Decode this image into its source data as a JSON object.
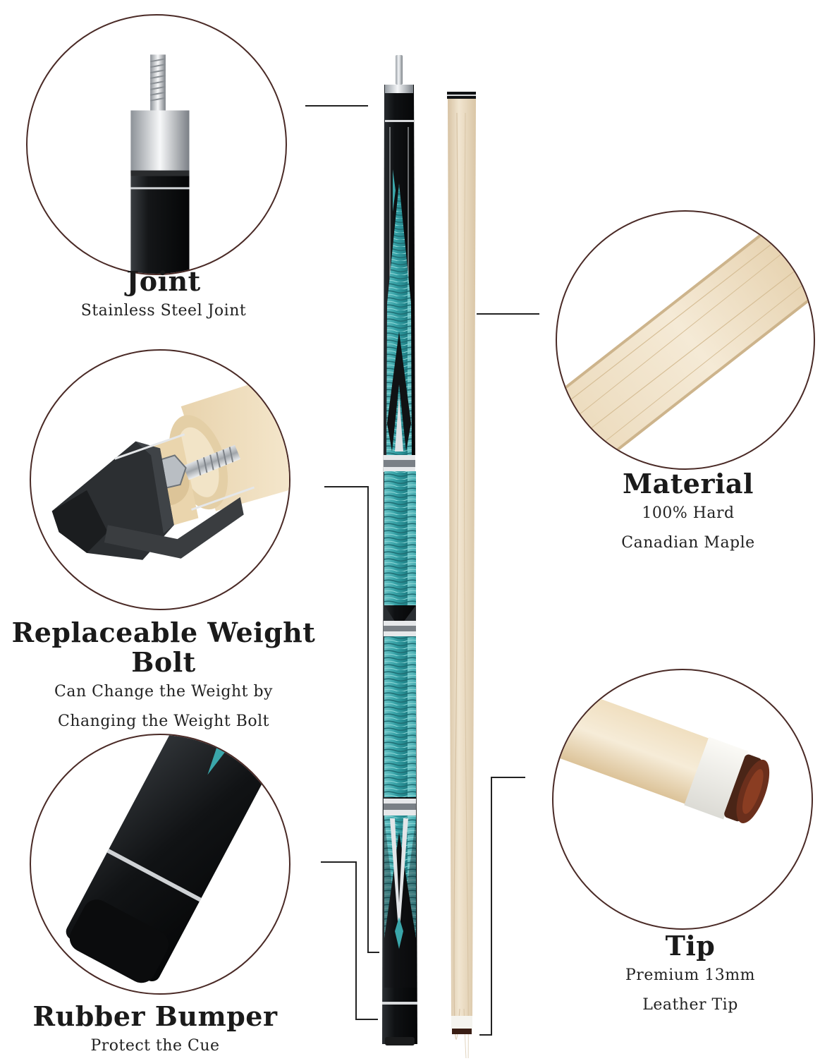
{
  "features": {
    "joint": {
      "title": "Joint",
      "desc": [
        "Stainless Steel Joint"
      ]
    },
    "weight_bolt": {
      "title": "Replaceable Weight Bolt",
      "desc": [
        "Can Change the Weight by",
        "Changing the Weight Bolt"
      ]
    },
    "bumper": {
      "title": "Rubber Bumper",
      "desc": [
        "Protect the Cue"
      ]
    },
    "material": {
      "title": "Material",
      "desc": [
        "100% Hard",
        "Canadian Maple"
      ]
    },
    "tip": {
      "title": "Tip",
      "desc": [
        "Premium 13mm",
        "Leather Tip"
      ]
    }
  },
  "colors": {
    "circle_border": "#4a2a26",
    "butt_black": "#101214",
    "inlay_teal": "#3aa6aa",
    "maple": "#ecdcc2",
    "leader_line": "#222222"
  }
}
